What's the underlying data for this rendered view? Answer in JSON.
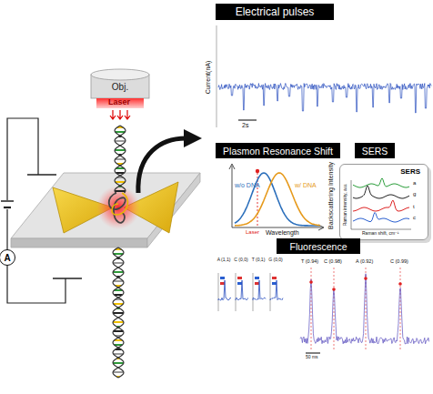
{
  "diagram": {
    "nodes": [
      {
        "text": [
          "Obj."
        ]
      },
      {
        "text": [
          "A"
        ]
      },
      {
        "text": [
          "Electrical pulses"
        ]
      },
      {
        "text": [
          "Plasmon Resonance Shift"
        ]
      },
      {
        "text": [
          "SERS"
        ]
      },
      {
        "text": [
          "SERS"
        ]
      },
      {
        "text": [
          "Fluorescence"
        ]
      }
    ],
    "labels": [
      "Laser",
      "Current(nA)",
      "2s",
      "w/o DNA",
      "w/ DNA",
      "Laser",
      "Wavelength",
      "Backscattering Intensity",
      "Raman intensity, a.u.",
      "Raman shift, cm⁻¹",
      "a",
      "g",
      "t",
      "c",
      "A (1,1)",
      "C (0,0)",
      "T (0,1)",
      "G (0,0)",
      "T (0.94)",
      "C (0.98)",
      "A (0.92)",
      "C (0.99)",
      "50 ms"
    ]
  }
}
